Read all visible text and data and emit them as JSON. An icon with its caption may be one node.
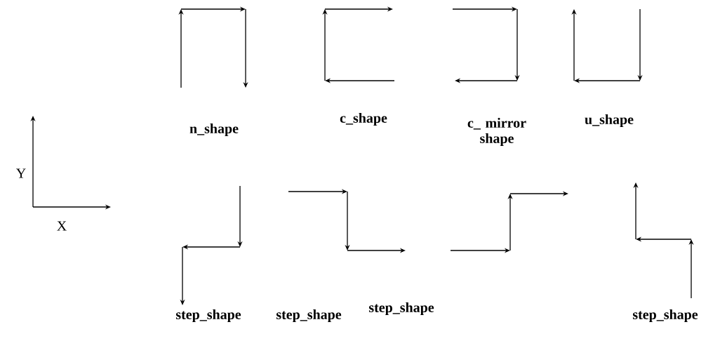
{
  "diagram": {
    "labels": [
      "n_shape",
      "c_shape",
      "c_ mirror shape",
      "u_shape",
      "Y",
      "X",
      "step_shape",
      "step_shape",
      "step_shape",
      "step_shape"
    ]
  }
}
